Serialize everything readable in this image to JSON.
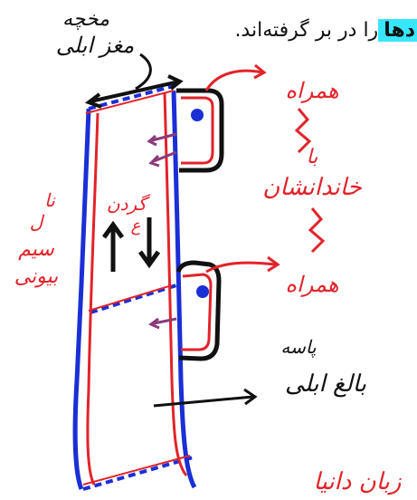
{
  "top_text": {
    "highlighted_word": "دها",
    "rest": "را در بر گرفته‌اند."
  },
  "labels": {
    "top_left": [
      "مخچه",
      "مغز ابلی"
    ],
    "right_top": [
      "همراه",
      "با",
      "خاندانشان"
    ],
    "right_mid": "همراه",
    "left_side": [
      "نا",
      "ل",
      "سیم",
      "بیونی"
    ],
    "middle": [
      "گردن",
      "ع"
    ],
    "bottom_right": [
      "پاسه",
      "بالغ ابلی"
    ],
    "bottom_partial": "زبان دانیا"
  },
  "colors": {
    "highlight": "#37e6ff",
    "ink_black": "#111111",
    "ink_red": "#e2232a",
    "ink_blue": "#1a2fd6",
    "ink_purple": "#8b3a7a"
  }
}
